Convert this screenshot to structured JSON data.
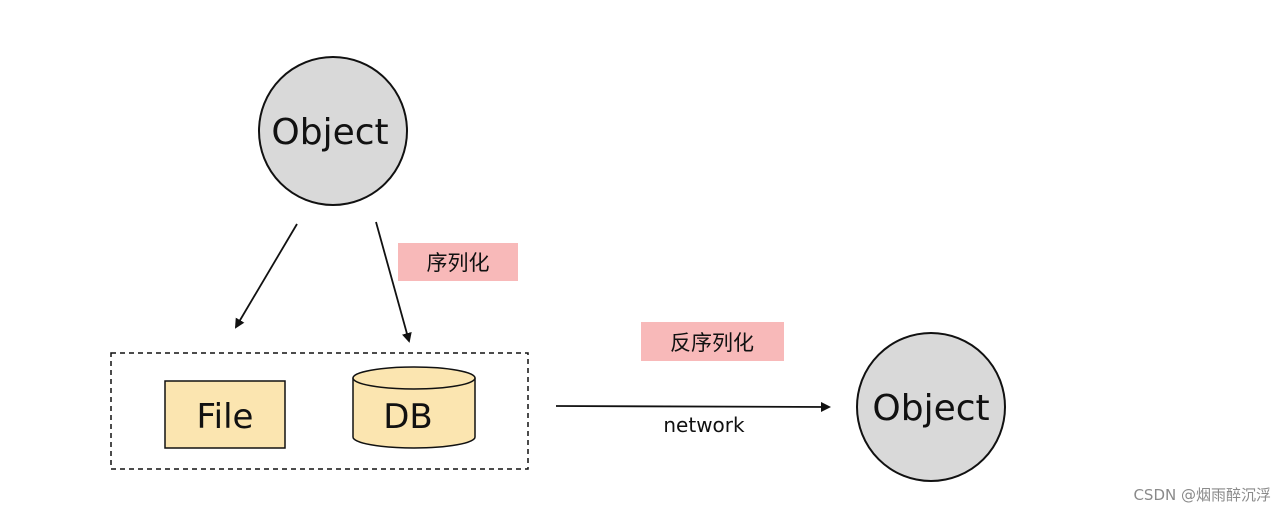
{
  "diagram": {
    "source_object": {
      "label": "Object"
    },
    "target_object": {
      "label": "Object"
    },
    "storage": {
      "file": {
        "label": "File"
      },
      "db": {
        "label": "DB"
      }
    },
    "serialize_label": "序列化",
    "deserialize_label": "反序列化",
    "network_label": "network"
  },
  "watermark": "CSDN @烟雨醉沉浮",
  "colors": {
    "object_fill": "#d9d9d9",
    "storage_fill": "#fbe5b0",
    "label_highlight": "#f8b9b9",
    "stroke": "#111111"
  }
}
